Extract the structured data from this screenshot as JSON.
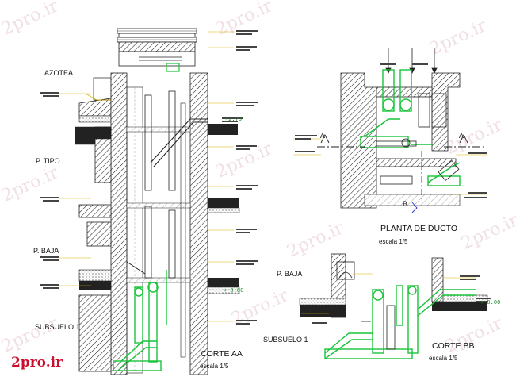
{
  "levels": {
    "azotea": "AZOTEA",
    "p_tipo": "P. TIPO",
    "p_baja_left": "P. BAJA",
    "subsuelo_left": "SUBSUELO 1",
    "p_baja_right": "P. BAJA",
    "subsuelo_right": "SUBSUELO 1"
  },
  "views": {
    "corte_aa": {
      "title": "CORTE AA",
      "scale": "escala  1/5"
    },
    "planta": {
      "title": "PLANTA DE DUCTO",
      "scale": "escala  1/5"
    },
    "corte_bb": {
      "title": "CORTE BB",
      "scale": "escala  1/5"
    }
  },
  "section_marks": {
    "a_left": "A",
    "a_right": "A",
    "b_bottom": "B"
  },
  "elevations": {
    "left": "+-0.00",
    "right": "+-0.00",
    "top": "+2.75"
  },
  "watermark": "2pro.ir",
  "brand": "2pro.ir",
  "colors": {
    "pipe_green": "#19c43a",
    "annotation_yellow": "#d9b300",
    "hatch": "#222222",
    "section_blue": "#2233cc",
    "brand_red": "#c8102e"
  }
}
